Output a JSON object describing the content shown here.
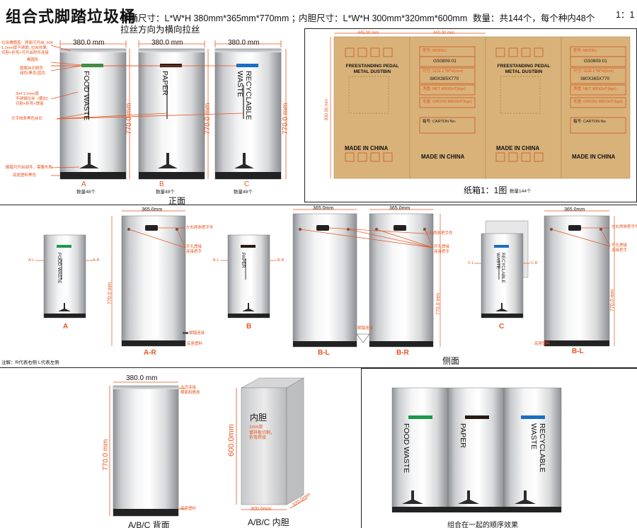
{
  "header": {
    "title": "组合式脚踏垃圾桶",
    "single_size": "单桶尺寸：L*W*H    380mm*365mm*770mm ；",
    "brush_note": "拉丝方向为横向拉丝",
    "inner_size": "内胆尺寸：L*W*H 300mm*320mm*600mm",
    "quantity": "数量：共144个，每个种内48个",
    "scale": "1：1"
  },
  "front_view": {
    "width_label": "380.0 mm",
    "height_label": "770.0 mm",
    "caption": "正面",
    "bins": [
      {
        "letter": "A",
        "text": "FOOD WASTE",
        "strip_color": "#1a9a4a",
        "qty": "数量48个"
      },
      {
        "letter": "B",
        "text": "PAPER",
        "strip_color": "#2a1a14",
        "qty": "数量48个"
      },
      {
        "letter": "C",
        "text": "RECYCLABLE WASTE",
        "strip_color": "#1a6fc4",
        "qty": "数量48个"
      }
    ],
    "annotations": [
      "垃圾桶桶盖：两面可开启, 304\n1.2mm厚不锈钢, 拉丝效果,\n切割+折弯+可开启附件连接",
      "椭圆形",
      "圆案丝印颜色\n绿色/黑色/蓝色",
      "304 1.2mm厚\n不锈钢拉丝（横向）\n切割+折弯+焊接",
      "文字线条黑色丝印",
      "脚踏可开启部件，需要外购",
      "底座塑料黑色"
    ]
  },
  "carton": {
    "dim_w1": "445.00 mm",
    "dim_w2": "440.00 mm",
    "dim_h": "830.00 mm",
    "front_text": "FREESTANDING PEDAL\nMETAL DUSTBIN",
    "made_in": "MADE IN CHINA",
    "model_label": "型号: MODEL:",
    "model_value": "GS0809.01",
    "size_label": "尺寸: SIZE   L*W*H(mm)",
    "size_value": "380X365X770",
    "net_label": "净重: NET WEIGHT(kgs)",
    "gross_label": "毛重: GROSS WEIGHT(kgs)",
    "carton_label": "箱号: CARTON No.",
    "caption": "纸箱1：1图",
    "qty": "数量144个"
  },
  "side_view": {
    "width_label": "365.0mm",
    "height_label": "770.0 mm",
    "caption": "侧面",
    "note": "注解：R代表右侧 L代表左侧",
    "labels": [
      "A",
      "A-R",
      "B",
      "B-L",
      "B-R",
      "C",
      "B-L"
    ],
    "side_marks": [
      "A-L",
      "A-R",
      "B-L",
      "B-R",
      "C-L",
      "C-R"
    ],
    "annotations": [
      "左右两侧把手件",
      "开孔焊接\n连接把手",
      "脚踏连接",
      "底座塑料"
    ]
  },
  "back_view": {
    "width_label": "380.0 mm",
    "height_label": "770.0 mm",
    "caption": "A/B/C 背面",
    "annotations": [
      "合页连接\n横面和桶身",
      "底座塑料"
    ]
  },
  "inner_view": {
    "title": "内胆",
    "note": "1mm厚\n镀锌板切割，\n折弯焊接",
    "height_label": "600.0mm",
    "width_label": "300.0mm",
    "depth_label": "320.0mm",
    "caption": "A/B/C 内胆"
  },
  "combined_view": {
    "caption": "组合在一起的顺序效果"
  },
  "colors": {
    "accent": "#e8541e",
    "carton": "#d9b27a",
    "green": "#1a9a4a",
    "blue": "#1a6fc4",
    "black": "#2a1a14"
  }
}
